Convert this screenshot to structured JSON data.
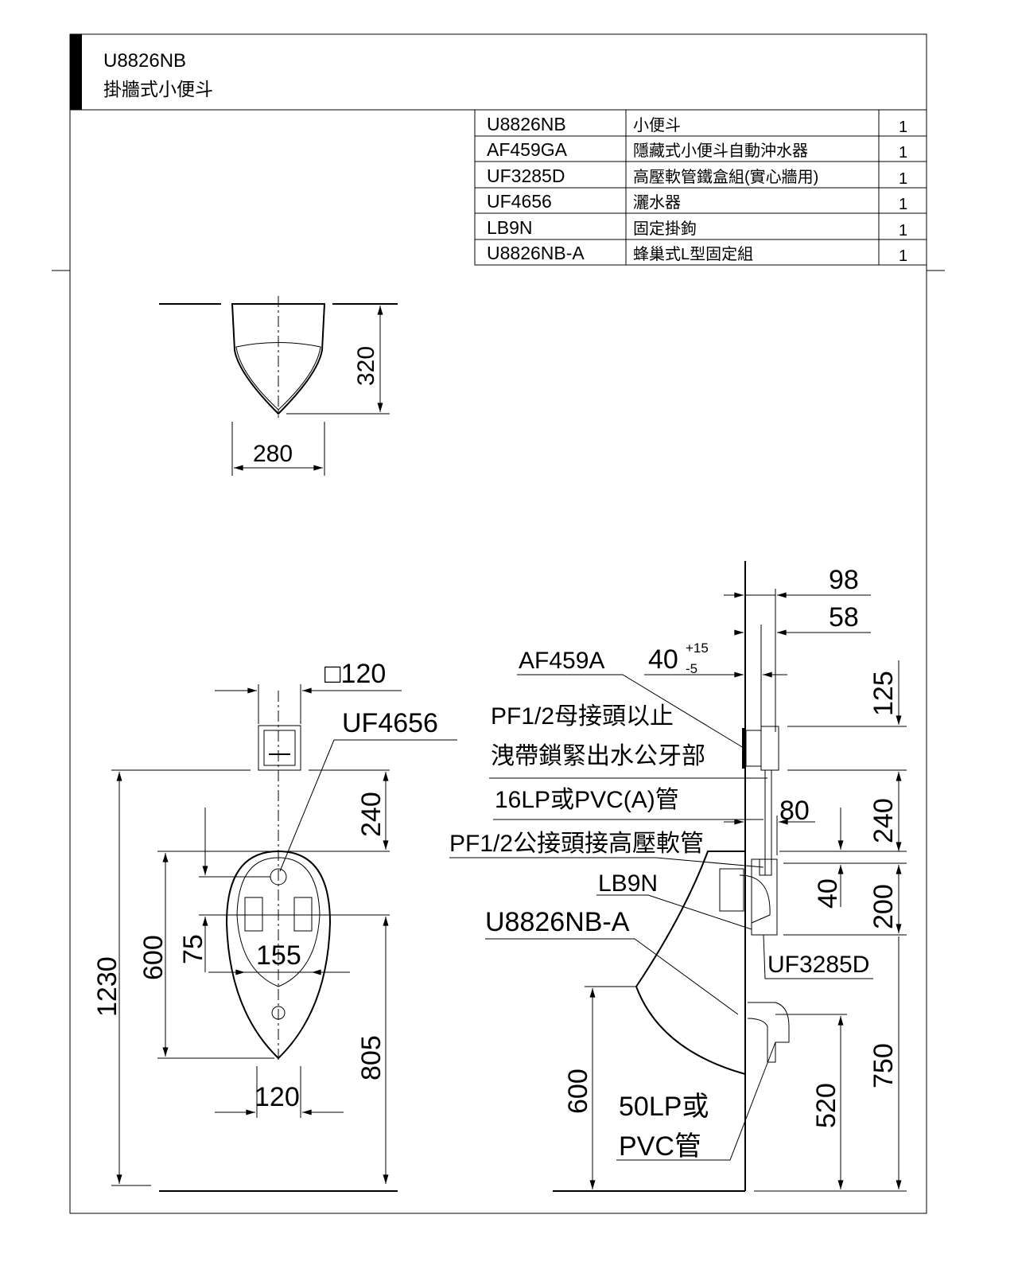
{
  "header": {
    "model": "U8826NB",
    "title": "掛牆式小便斗"
  },
  "parts_table": [
    {
      "code": "U8826NB",
      "name": "小便斗",
      "qty": "1"
    },
    {
      "code": "AF459GA",
      "name": "隱藏式小便斗自動沖水器",
      "qty": "1"
    },
    {
      "code": "UF3285D",
      "name": "高壓軟管鐵盒組(實心牆用)",
      "qty": "1"
    },
    {
      "code": "UF4656",
      "name": "灑水器",
      "qty": "1"
    },
    {
      "code": "LB9N",
      "name": "固定掛鉤",
      "qty": "1"
    },
    {
      "code": "U8826NB-A",
      "name": "蜂巢式L型固定組",
      "qty": "1"
    }
  ],
  "top_view": {
    "depth": "320",
    "width": "280"
  },
  "front_view": {
    "sensor_size": "□120",
    "spreader_label": "UF4656",
    "d_1230": "1230",
    "d_600": "600",
    "d_75": "75",
    "d_240": "240",
    "d_805": "805",
    "d_155": "155",
    "d_120": "120"
  },
  "side_view": {
    "d_98": "98",
    "d_58": "58",
    "d_40": "40",
    "tol_plus": "+15",
    "tol_minus": "-5",
    "d_125": "125",
    "d_240": "240",
    "d_80": "80",
    "d_40b": "40",
    "d_200": "200",
    "d_600": "600",
    "d_520": "520",
    "d_750": "750",
    "labels": {
      "af459a": "AF459A",
      "pf_female_1": "PF1/2母接頭以止",
      "pf_female_2": "洩帶鎖緊出水公牙部",
      "pipe_16lp": "16LP或PVC(A)管",
      "pf_male": "PF1/2公接頭接高壓軟管",
      "lb9n": "LB9N",
      "u8826nb_a": "U8826NB-A",
      "uf3285d": "UF3285D",
      "drain_1": "50LP或",
      "drain_2": "PVC管"
    }
  }
}
